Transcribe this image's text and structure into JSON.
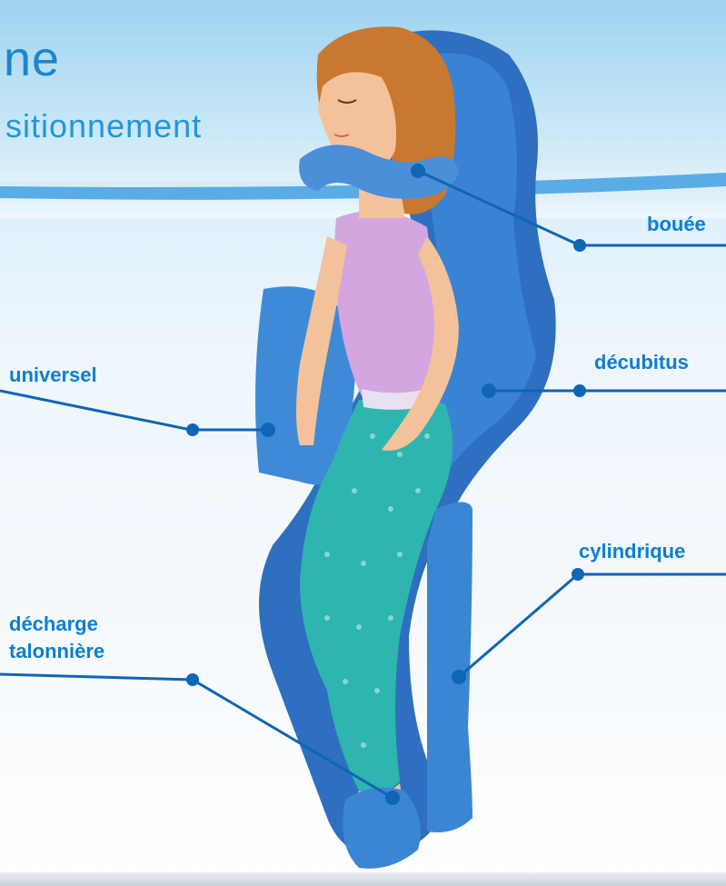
{
  "header": {
    "title": "ne",
    "subtitle": "sitionnement"
  },
  "labels": {
    "bouee": "bouée",
    "decubitus": "décubitus",
    "universel": "universel",
    "cylindrique": "cylindrique",
    "decharge_line1": "décharge",
    "decharge_line2": "talonnière"
  },
  "colors": {
    "accent": "#0b7fcf",
    "cushion": "#2f78c8",
    "top": "#d3a6e0",
    "pants": "#2eb5b0",
    "hair": "#c9782f",
    "skin": "#f4c29a"
  }
}
